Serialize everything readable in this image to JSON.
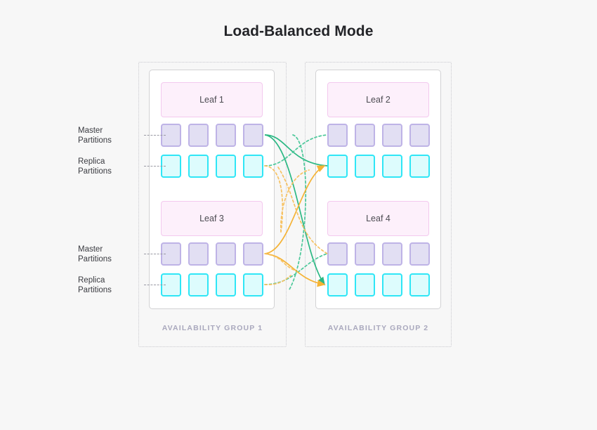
{
  "page": {
    "title": "Load-Balanced Mode",
    "background_color": "#f7f7f7"
  },
  "colors": {
    "master_fill": "#e2dff3",
    "master_border": "#beb3e6",
    "replica_fill": "#ddfcfd",
    "replica_border": "#2fe6f6",
    "leaf_fill": "#fdf0fb",
    "leaf_border": "#f3c9ee",
    "panel_fill": "#ffffff",
    "panel_border": "#d2d2d4",
    "group_frame_border": "#c9c9cf",
    "group_caption": "#a9a8bd",
    "link_green": "#2bb884",
    "link_orange": "#f5b335",
    "title_color": "#232428"
  },
  "availability_groups": [
    {
      "caption": "AVAILABILITY GROUP 1",
      "leaves": [
        {
          "name": "Leaf 1",
          "master_partitions": [
            "",
            "",
            "",
            ""
          ],
          "replica_partitions": [
            "",
            "",
            "",
            ""
          ]
        },
        {
          "name": "Leaf 3",
          "master_partitions": [
            "",
            "",
            "",
            ""
          ],
          "replica_partitions": [
            "",
            "",
            "",
            ""
          ]
        }
      ]
    },
    {
      "caption": "AVAILABILITY GROUP 2",
      "leaves": [
        {
          "name": "Leaf 2",
          "master_partitions": [
            "",
            "",
            "",
            ""
          ],
          "replica_partitions": [
            "",
            "",
            "",
            ""
          ]
        },
        {
          "name": "Leaf 4",
          "master_partitions": [
            "",
            "",
            "",
            ""
          ],
          "replica_partitions": [
            "",
            "",
            "",
            ""
          ]
        }
      ]
    }
  ],
  "row_labels": [
    {
      "id": "master-top",
      "line1": "Master",
      "line2": "Partitions"
    },
    {
      "id": "replica-top",
      "line1": "Replica",
      "line2": "Partitions"
    },
    {
      "id": "master-bottom",
      "line1": "Master",
      "line2": "Partitions"
    },
    {
      "id": "replica-bottom",
      "line1": "Replica",
      "line2": "Partitions"
    }
  ],
  "links": {
    "description": "Replication links from master partitions of Leaf 1 and Leaf 3 to replica partitions in the opposite availability group.",
    "green_source": "Leaf 1 master partition 4",
    "green_targets": [
      "Leaf 2 master row",
      "Leaf 4 replica partition 1"
    ],
    "orange_source": "Leaf 3 master partition 4",
    "orange_targets": [
      "Leaf 2 replica partition 1",
      "Leaf 4 master row"
    ]
  }
}
